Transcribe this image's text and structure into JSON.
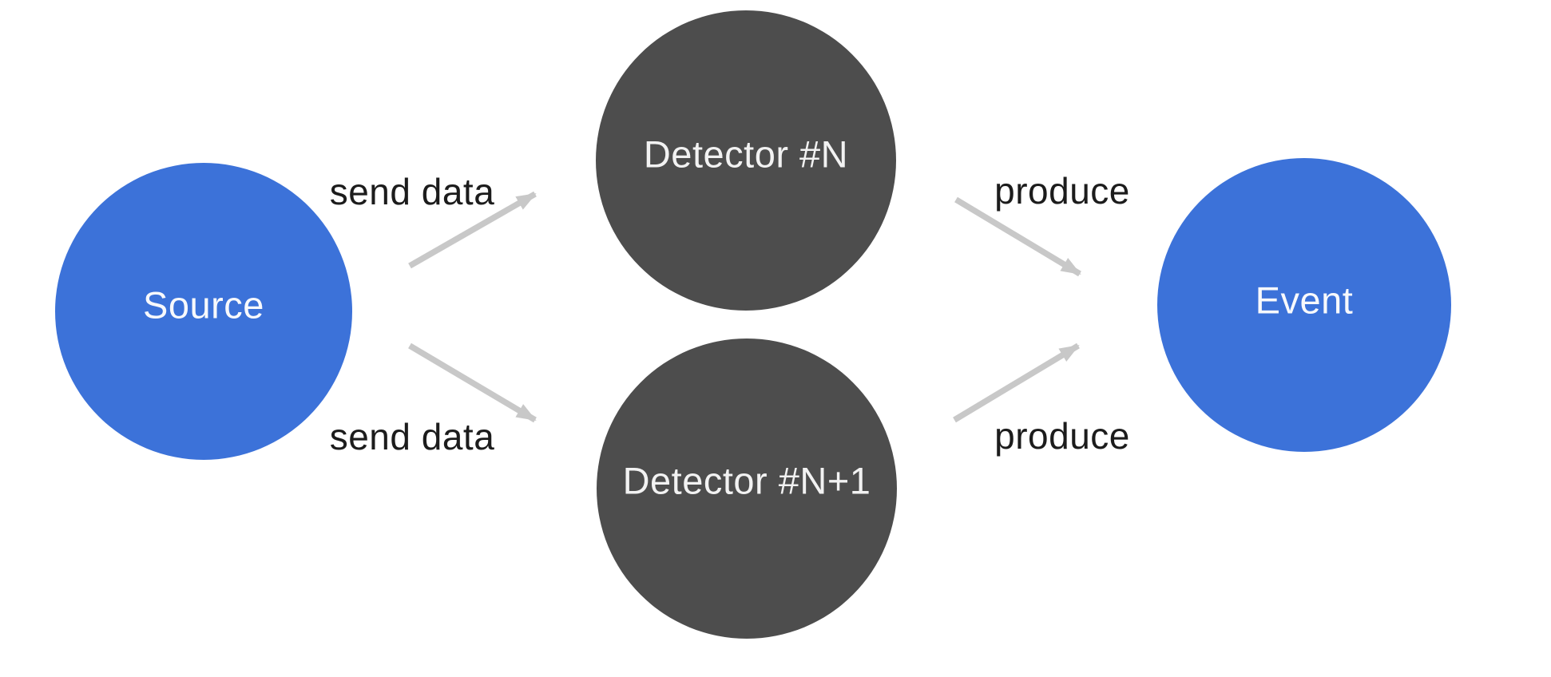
{
  "diagram": {
    "type": "flow-diagram",
    "background_color": "#ffffff",
    "arrow_color": "#c8c8c8",
    "edge_label_color": "#1c1c1c",
    "nodes": [
      {
        "id": "source",
        "label": "Source",
        "fill": "#3c72d9",
        "text_color": "#f8f9fc"
      },
      {
        "id": "detector-n",
        "label": "Detector #N",
        "fill": "#4d4d4d",
        "text_color": "#f2f2f2"
      },
      {
        "id": "detector-n-plus-1",
        "label": "Detector #N+1",
        "fill": "#4d4d4d",
        "text_color": "#f2f2f2"
      },
      {
        "id": "event",
        "label": "Event",
        "fill": "#3c72d9",
        "text_color": "#f8f9fc"
      }
    ],
    "edges": [
      {
        "from": "source",
        "to": "detector-n",
        "label": "send data"
      },
      {
        "from": "source",
        "to": "detector-n-plus-1",
        "label": "send data"
      },
      {
        "from": "detector-n",
        "to": "event",
        "label": "produce"
      },
      {
        "from": "detector-n-plus-1",
        "to": "event",
        "label": "produce"
      }
    ]
  }
}
